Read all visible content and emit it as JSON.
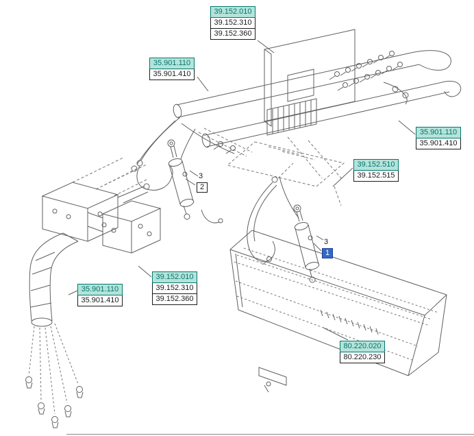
{
  "colors": {
    "highlight_bg": "#b5e3da",
    "highlight_text": "#00766e",
    "highlight_border": "#00766e",
    "normal_text": "#1a1a1a",
    "normal_border": "#1a1a1a",
    "selected_bg": "#316ac5",
    "selected_text": "#ffffff",
    "selected_border": "#1c3d91",
    "line_art": "#5f5f5f"
  },
  "labels": {
    "group_top": [
      "39.152.010",
      "39.152.310",
      "39.152.360"
    ],
    "group_upper_left": [
      "35.901.110",
      "35.901.410"
    ],
    "group_right": [
      "35.901.110",
      "35.901.410"
    ],
    "group_mid_right": [
      "39.152.510",
      "39.152.515"
    ],
    "group_center": [
      "39.152.010",
      "39.152.310",
      "39.152.360"
    ],
    "group_left_mid": [
      "35.901.110",
      "35.901.410"
    ],
    "group_bottom_right": [
      "80.220.020",
      "80.220.230"
    ]
  },
  "callouts": {
    "left_qty": "3",
    "left_ref": "2",
    "right_qty": "3",
    "right_ref": "1"
  }
}
